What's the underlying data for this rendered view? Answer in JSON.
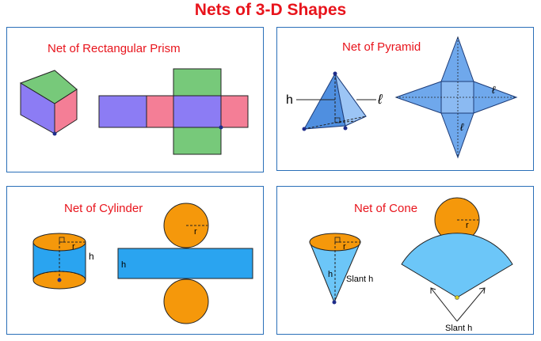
{
  "page_title": "Nets of 3-D Shapes",
  "panels": {
    "prism": {
      "title": "Net of Rectangular Prism"
    },
    "pyramid": {
      "title": "Net of Pyramid",
      "height_label": "h",
      "slant_label": "ℓ"
    },
    "cylinder": {
      "title": "Net of Cylinder",
      "radius_label": "r",
      "height_label": "h"
    },
    "cone": {
      "title": "Net of Cone",
      "radius_label": "r",
      "height_label": "h",
      "slant_label": "Slant h"
    }
  },
  "colors": {
    "title_red": "#e8141c",
    "panel_border": "#2a6fb8",
    "green": "#77c97a",
    "purple": "#8c7cf4",
    "pink": "#f47e96",
    "blue": "#6fa8ec",
    "cyan": "#2aa4f0",
    "orange": "#f5980b",
    "light_blue": "#6cc6f8"
  }
}
